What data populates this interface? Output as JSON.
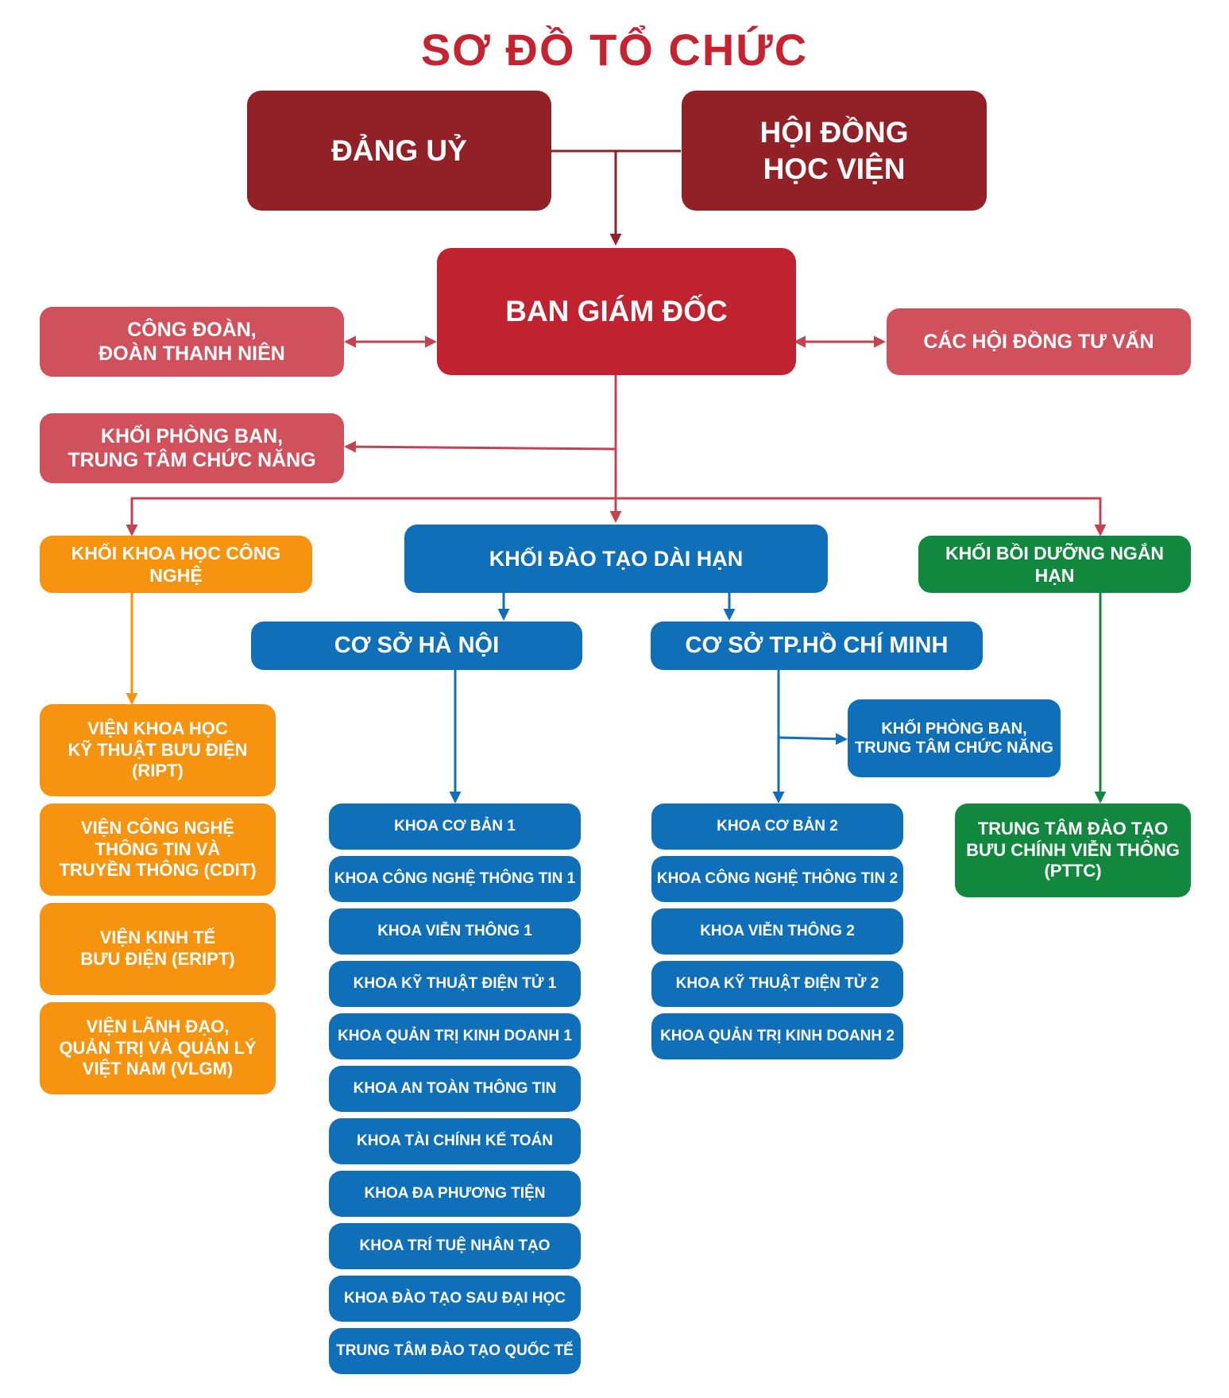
{
  "title": "SƠ ĐỒ TỔ CHỨC",
  "colors": {
    "title": "#c62230",
    "leadership_dark": "#922027",
    "board": "#c0232f",
    "support": "#d0505b",
    "long_term": "#0f6fb8",
    "science": "#f6930f",
    "short_term": "#12873e"
  },
  "top": {
    "party": "ĐẢNG UỶ",
    "council": "HỘI ĐỒNG\nHỌC VIỆN"
  },
  "board": "BAN GIÁM ĐỐC",
  "side": {
    "union": "CÔNG ĐOÀN,\nĐOÀN THANH NIÊN",
    "advisory": "CÁC HỘI ĐỒNG TƯ VẤN",
    "functional": "KHỐI PHÒNG BAN,\nTRUNG TÂM CHỨC NĂNG"
  },
  "science": {
    "label": "KHỐI KHOA HỌC CÔNG NGHỆ",
    "institutes": [
      "VIỆN KHOA HỌC\nKỸ THUẬT BƯU ĐIỆN (RIPT)",
      "VIỆN CÔNG NGHỆ\nTHÔNG TIN VÀ\nTRUYỀN THÔNG (CDIT)",
      "VIỆN KINH TẾ\nBƯU ĐIỆN (ERIPT)",
      "VIỆN LÃNH ĐẠO,\nQUẢN TRỊ VÀ QUẢN LÝ\nVIỆT NAM (VLGM)"
    ]
  },
  "long_term": {
    "label": "KHỐI ĐÀO TẠO DÀI HẠN",
    "hanoi": {
      "label": "CƠ SỞ HÀ NỘI",
      "faculties": [
        "KHOA CƠ BẢN 1",
        "KHOA CÔNG NGHỆ THÔNG TIN 1",
        "KHOA VIỄN THÔNG 1",
        "KHOA KỸ THUẬT ĐIỆN TỬ 1",
        "KHOA QUẢN TRỊ KINH DOANH 1",
        "KHOA AN TOÀN THÔNG TIN",
        "KHOA TÀI CHÍNH KẾ TOÁN",
        "KHOA ĐA PHƯƠNG TIỆN",
        "KHOA TRÍ TUỆ NHÂN TẠO",
        "KHOA ĐÀO TẠO SAU ĐẠI HỌC",
        "TRUNG TÂM ĐÀO TẠO QUỐC TẾ"
      ]
    },
    "hcm": {
      "label": "CƠ SỞ TP.HỒ CHÍ MINH",
      "functional": "KHỐI PHÒNG BAN,\nTRUNG TÂM CHỨC NĂNG",
      "faculties": [
        "KHOA CƠ BẢN 2",
        "KHOA CÔNG NGHỆ THÔNG TIN 2",
        "KHOA VIỄN THÔNG 2",
        "KHOA KỸ THUẬT ĐIỆN TỬ 2",
        "KHOA QUẢN TRỊ KINH DOANH 2"
      ]
    }
  },
  "short_term": {
    "label": "KHỐI BỒI DƯỠNG NGẮN HẠN",
    "center": "TRUNG TÂM ĐÀO TẠO\nBƯU CHÍNH VIỄN THÔNG\n(PTTC)"
  }
}
